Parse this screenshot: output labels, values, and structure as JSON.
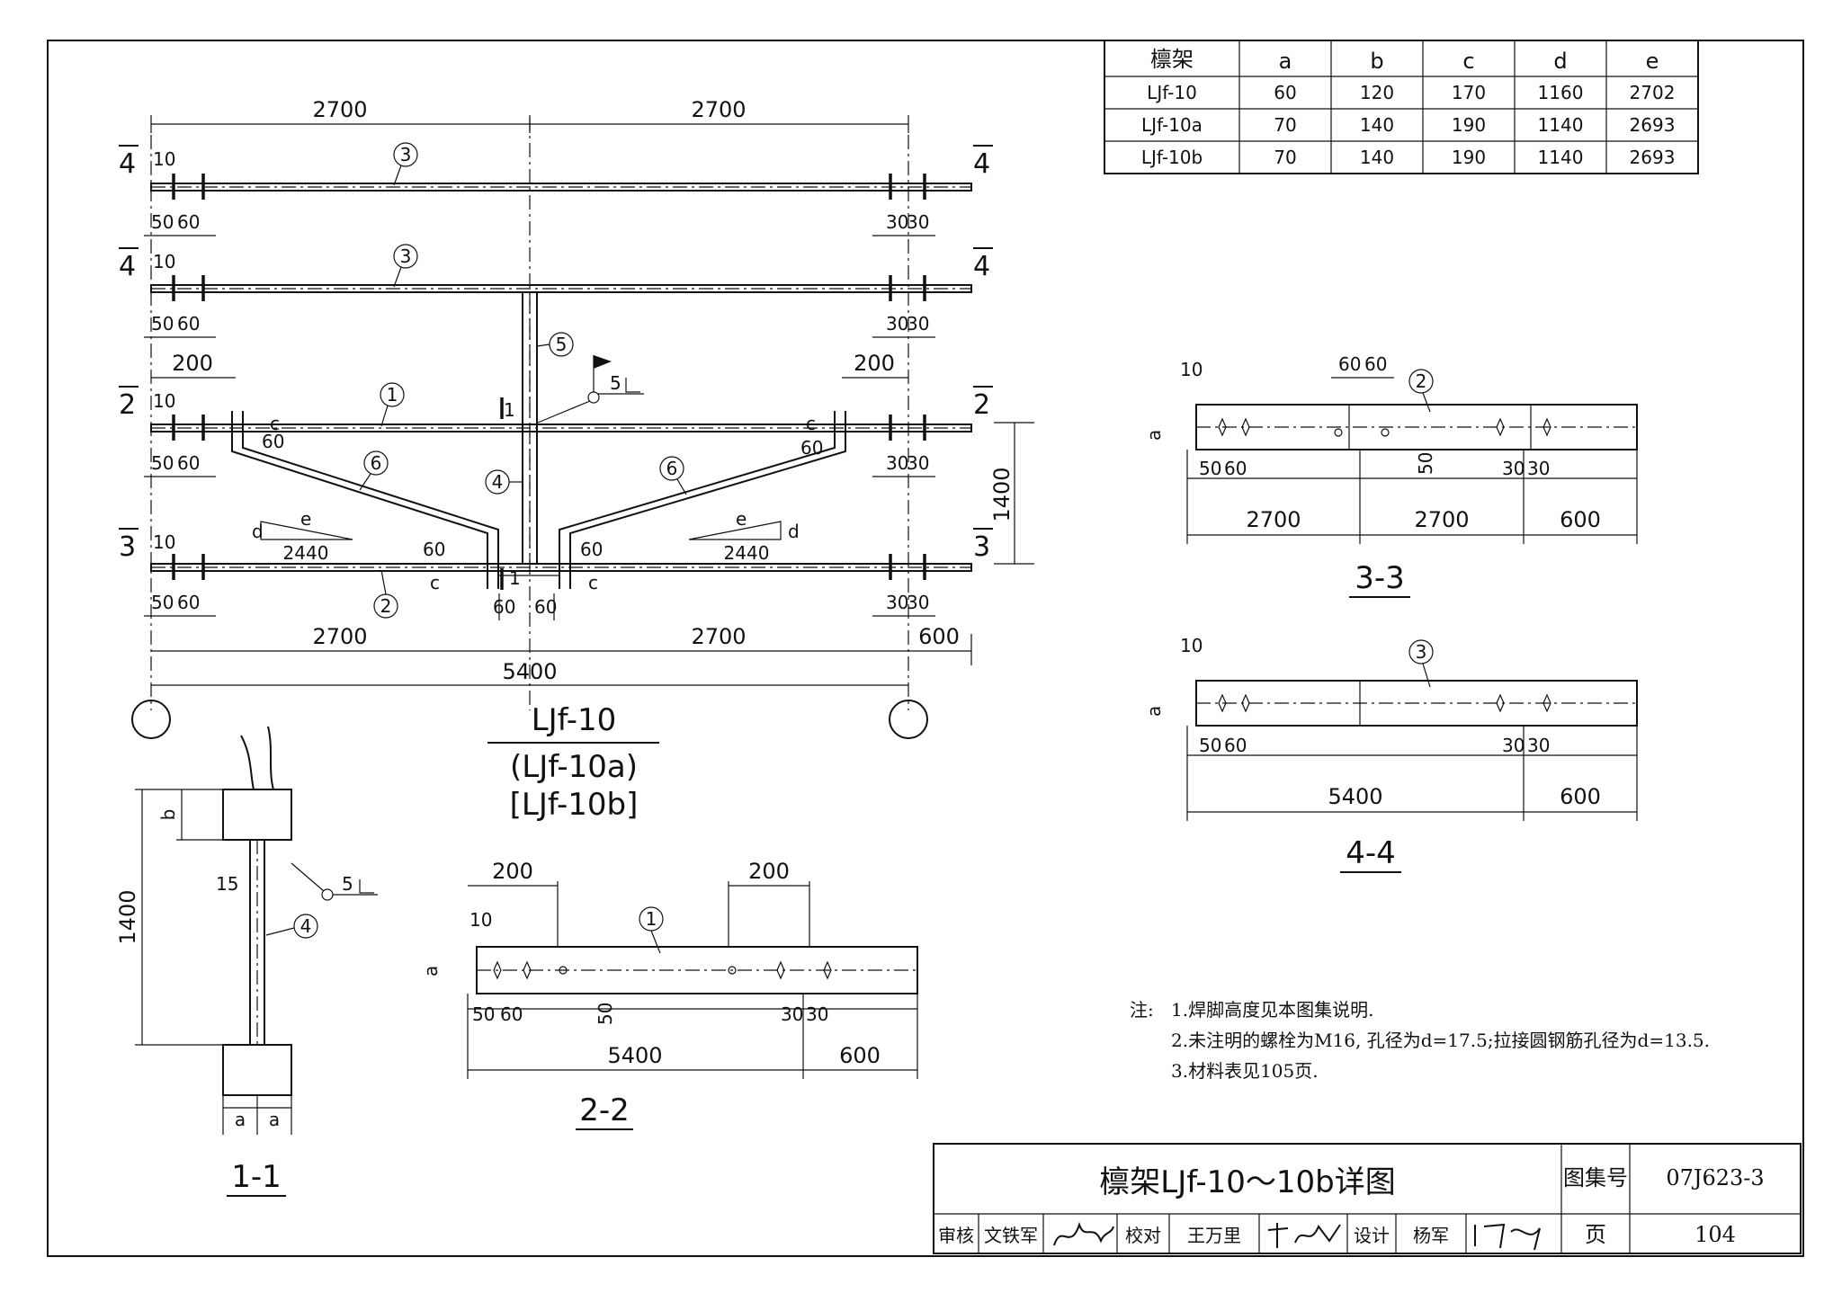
{
  "table": {
    "headers": [
      "檩架",
      "a",
      "b",
      "c",
      "d",
      "e"
    ],
    "rows": [
      [
        "LJf-10",
        "60",
        "120",
        "170",
        "1160",
        "2702"
      ],
      [
        "LJf-10a",
        "70",
        "140",
        "190",
        "1140",
        "2693"
      ],
      [
        "LJf-10b",
        "70",
        "140",
        "190",
        "1140",
        "2693"
      ]
    ]
  },
  "main_view": {
    "title": "LJf-10",
    "subtitle_a": "(LJf-10a)",
    "subtitle_b": "[LJf-10b]",
    "dim_2700": "2700",
    "dim_5400": "5400",
    "dim_600": "600",
    "dim_200": "200",
    "dim_1400": "1400",
    "dim_10": "10",
    "dim_50": "50",
    "dim_60": "60",
    "dim_30": "30",
    "dim_2440": "2440",
    "var_c": "c",
    "var_d": "d",
    "var_e": "e",
    "weld_5": "5",
    "sec_1": "1",
    "sec_2": "2",
    "sec_3": "3",
    "sec_4": "4",
    "part_1": "1",
    "part_2": "2",
    "part_3": "3",
    "part_4": "4",
    "part_5": "5",
    "part_6": "6"
  },
  "section_1_1": {
    "title": "1-1",
    "dim_b": "b",
    "dim_1400": "1400",
    "dim_15": "15",
    "dim_a": "a",
    "weld_5": "5",
    "part": "4"
  },
  "section_2_2": {
    "title": "2-2",
    "dim_200": "200",
    "dim_10": "10",
    "dim_a": "a",
    "dim_50": "50",
    "dim_60": "60",
    "dim_30": "30",
    "dim_5400": "5400",
    "dim_600": "600",
    "part": "1"
  },
  "section_3_3": {
    "title": "3-3",
    "dim_10": "10",
    "dim_60": "60",
    "dim_a": "a",
    "dim_50": "50",
    "dim_30": "30",
    "dim_2700": "2700",
    "dim_600": "600",
    "part": "2"
  },
  "section_4_4": {
    "title": "4-4",
    "dim_10": "10",
    "dim_a": "a",
    "dim_50": "50",
    "dim_60": "60",
    "dim_30": "30",
    "dim_5400": "5400",
    "dim_600": "600",
    "part": "3"
  },
  "notes": {
    "label": "注:",
    "n1": "1.焊脚高度见本图集说明.",
    "n2": "2.未注明的螺栓为M16, 孔径为d=17.5;拉接圆钢筋孔径为d=13.5.",
    "n3": "3.材料表见105页."
  },
  "title_block": {
    "drawing_title": "檩架LJf-10～10b详图",
    "atlas_label": "图集号",
    "atlas_no": "07J623-3",
    "page_label": "页",
    "page_no": "104",
    "review_label": "审核",
    "reviewer": "文铁军",
    "check_label": "校对",
    "checker": "王万里",
    "design_label": "设计",
    "designer": "杨军"
  }
}
